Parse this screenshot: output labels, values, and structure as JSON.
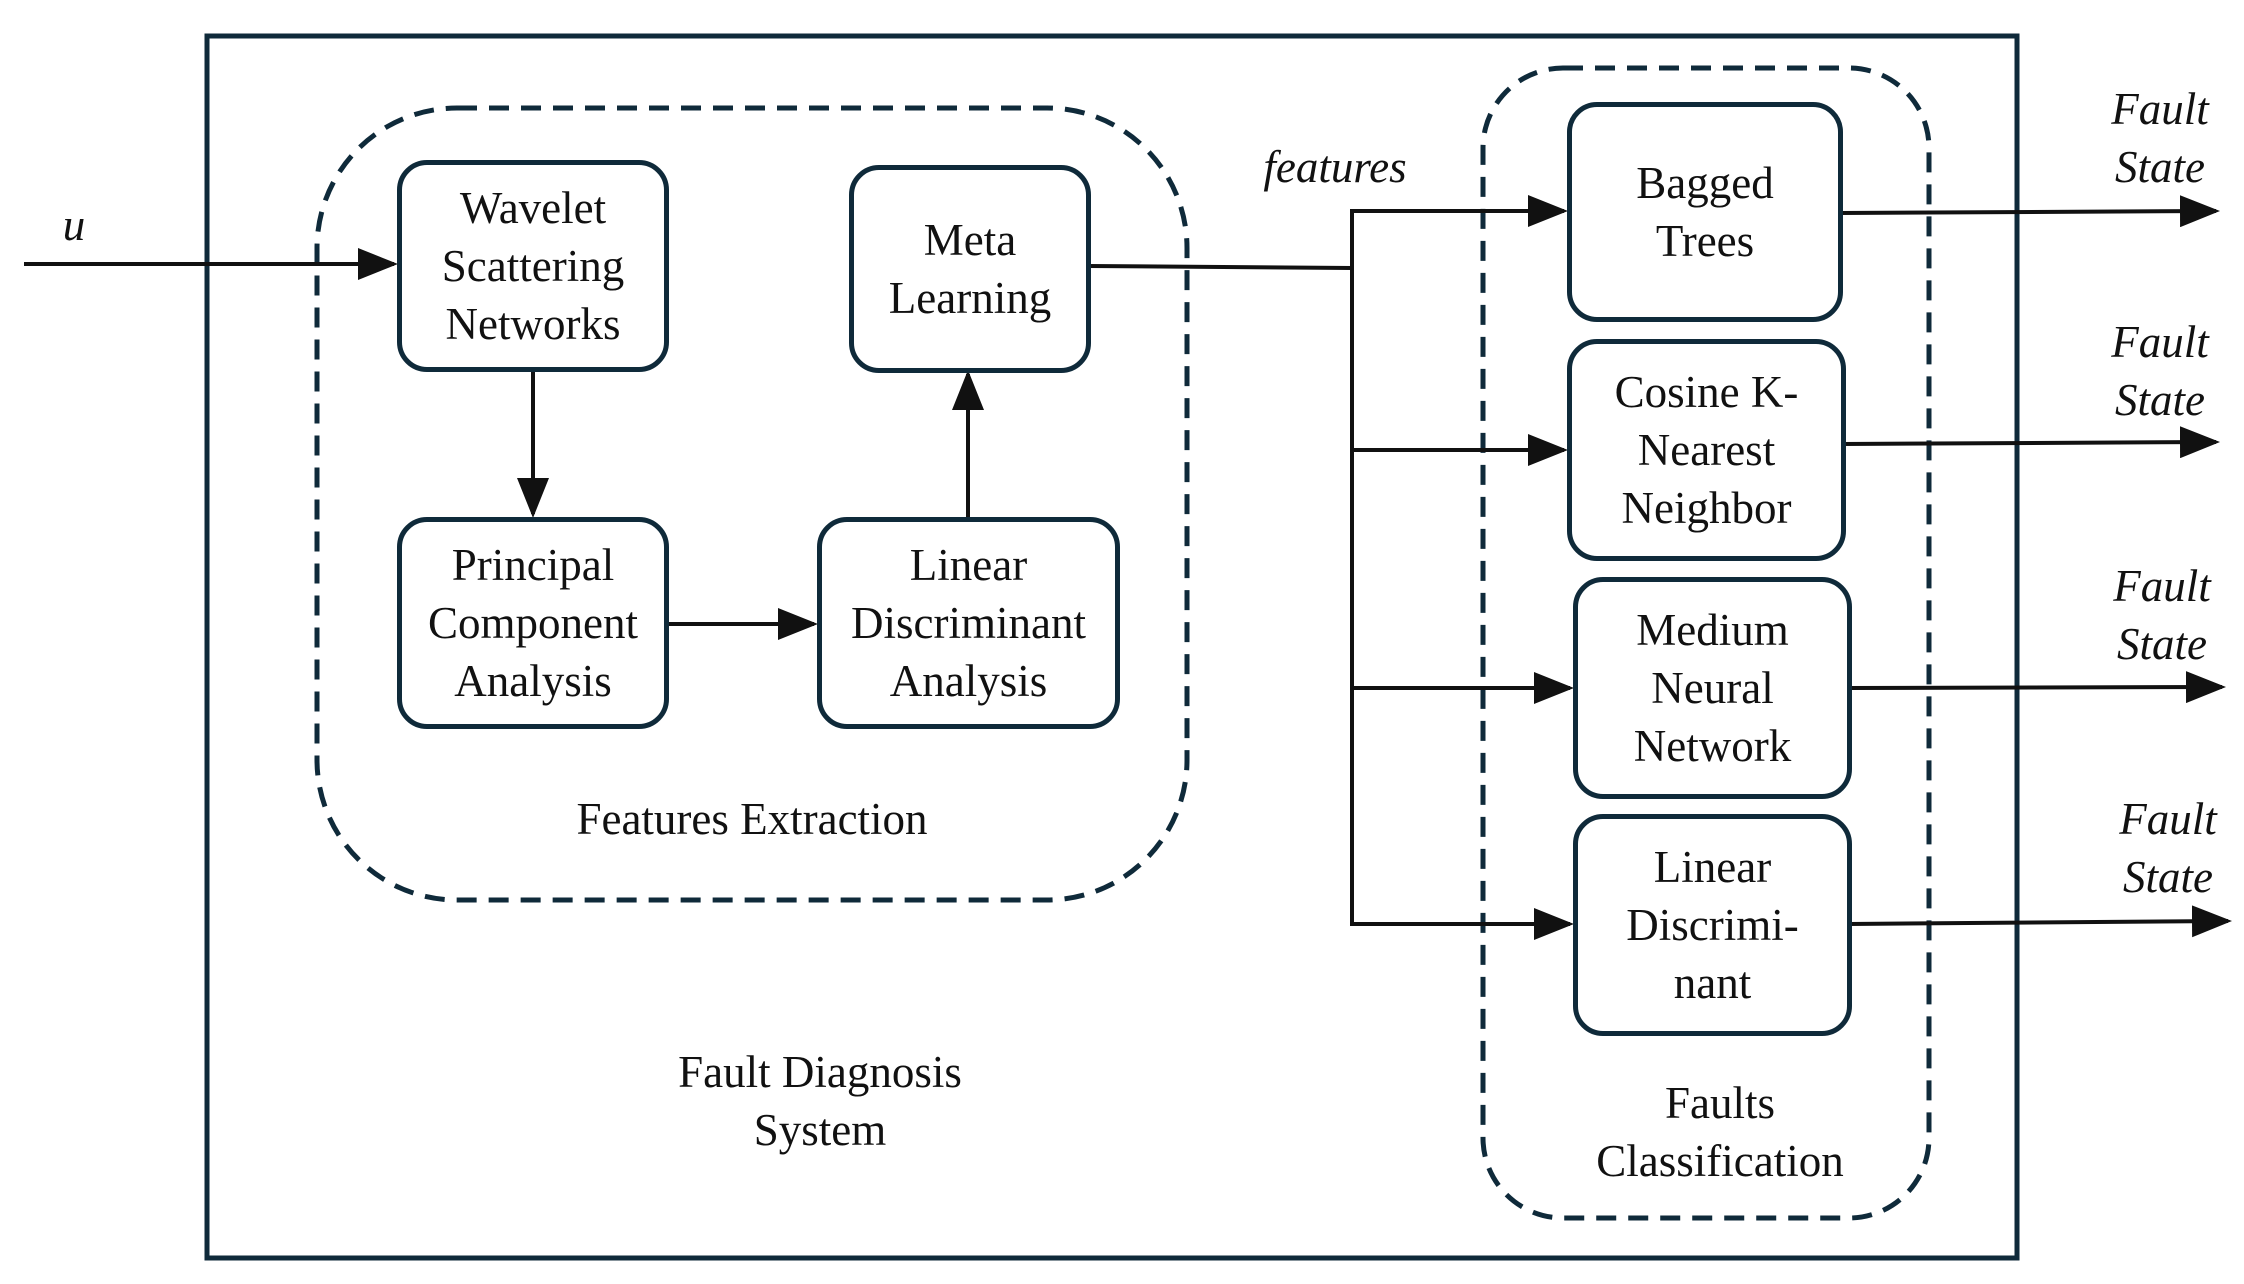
{
  "input_label": "u",
  "features_label": "features",
  "system_label": "Fault Diagnosis\nSystem",
  "extraction": {
    "label": "Features Extraction",
    "blocks": {
      "wavelet": "Wavelet\nScattering\nNetworks",
      "meta": "Meta\nLearning",
      "pca": "Principal\nComponent\nAnalysis",
      "lda": "Linear\nDiscriminant\nAnalysis"
    }
  },
  "classification": {
    "label": "Faults\nClassification",
    "blocks": {
      "bagged": "Bagged\nTrees",
      "knn": "Cosine K-\nNearest\nNeighbor",
      "nn": "Medium\nNeural\nNetwork",
      "ld": "Linear\nDiscrimi-\nnant"
    }
  },
  "outputs": [
    "Fault\nState",
    "Fault\nState",
    "Fault\nState",
    "Fault\nState"
  ],
  "colors": {
    "line": "#111111",
    "border": "#0f2a3a"
  }
}
